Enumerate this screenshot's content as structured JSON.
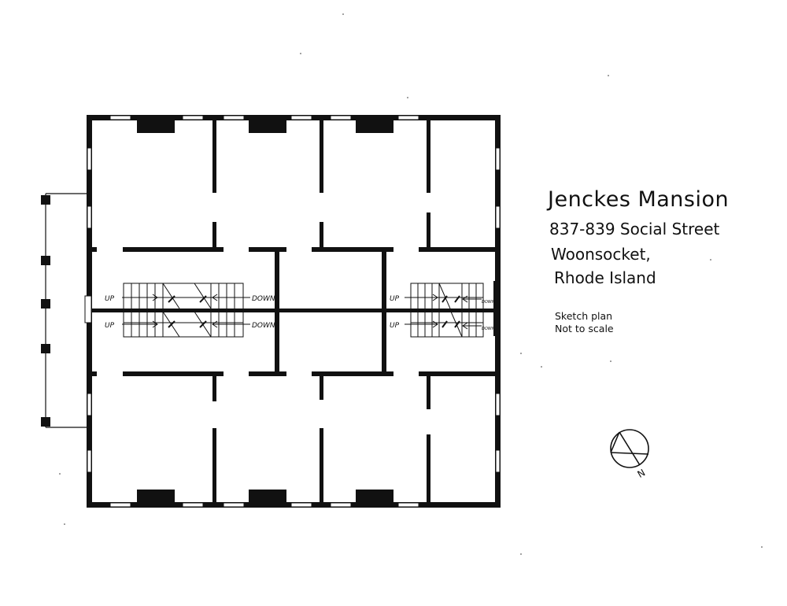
{
  "title": "Jenckes Mansion",
  "address": {
    "street": "837-839 Social Street",
    "city": "Woonsocket,",
    "state": "Rhode Island"
  },
  "notes": [
    "Sketch plan",
    "Not to scale"
  ],
  "stair_labels": {
    "up": "UP",
    "down": "DOWN"
  },
  "north_label": "N",
  "colors": {
    "ink": "#111111",
    "paper": "#ffffff"
  }
}
